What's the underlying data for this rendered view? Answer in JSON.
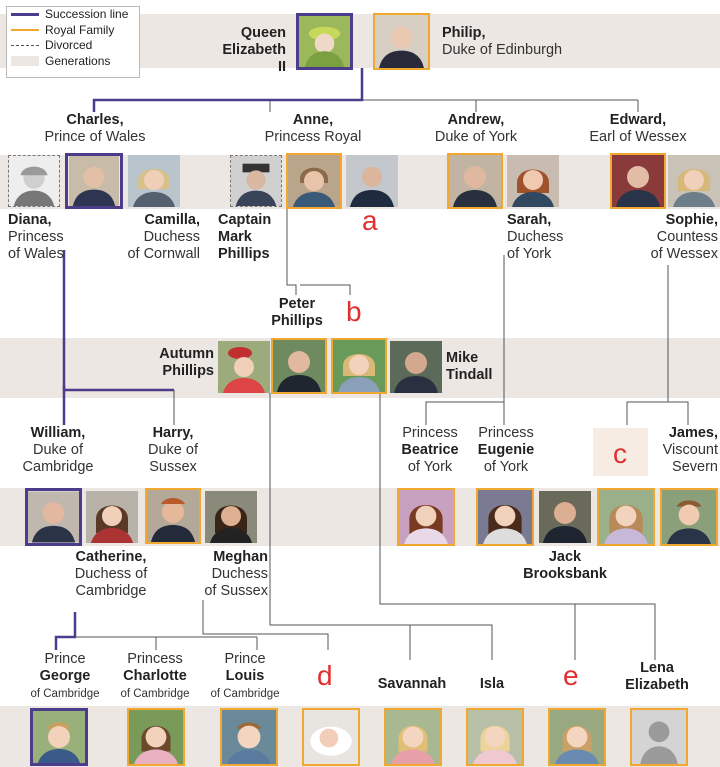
{
  "legend": {
    "succession": "Succession line",
    "royal": "Royal Family",
    "divorced": "Divorced",
    "generations": "Generations"
  },
  "colors": {
    "succession": "#4b3d8c",
    "royal": "#f0a830",
    "band": "#ece7e2",
    "marker": "#e03030"
  },
  "people": {
    "queen": {
      "l1": "Queen",
      "l2": "Elizabeth II"
    },
    "philip": {
      "l1": "Philip,",
      "l2": "Duke of Edinburgh"
    },
    "charles": {
      "l1": "Charles,",
      "l2": "Prince of Wales"
    },
    "anne": {
      "l1": "Anne,",
      "l2": "Princess Royal"
    },
    "andrew": {
      "l1": "Andrew,",
      "l2": "Duke of York"
    },
    "edward": {
      "l1": "Edward,",
      "l2": "Earl of Wessex"
    },
    "diana": {
      "l1": "Diana,",
      "l2": "Princess",
      "l3": "of Wales"
    },
    "camilla": {
      "l1": "Camilla,",
      "l2": "Duchess",
      "l3": "of Cornwall"
    },
    "mark": {
      "l1": "Captain",
      "l2": "Mark",
      "l3": "Phillips"
    },
    "sarah": {
      "l1": "Sarah,",
      "l2": "Duchess",
      "l3": "of York"
    },
    "sophie": {
      "l1": "Sophie,",
      "l2": "Countess",
      "l3": "of Wessex"
    },
    "peter": {
      "l1": "Peter",
      "l2": "Phillips"
    },
    "autumn": {
      "l1": "Autumn",
      "l2": "Phillips"
    },
    "mike": {
      "l1": "Mike",
      "l2": "Tindall"
    },
    "william": {
      "l1": "William,",
      "l2": "Duke of",
      "l3": "Cambridge"
    },
    "harry": {
      "l1": "Harry,",
      "l2": "Duke of",
      "l3": "Sussex"
    },
    "beatrice": {
      "l1": "Princess",
      "l2": "Beatrice",
      "l3": "of York"
    },
    "eugenie": {
      "l1": "Princess",
      "l2": "Eugenie",
      "l3": "of York"
    },
    "james": {
      "l1": "James,",
      "l2": "Viscount",
      "l3": "Severn"
    },
    "catherine": {
      "l1": "Catherine,",
      "l2": "Duchess of",
      "l3": "Cambridge"
    },
    "meghan": {
      "l1": "Meghan",
      "l2": "Duchess",
      "l3": "of Sussex"
    },
    "jack": {
      "l1": "Jack",
      "l2": "Brooksbank"
    },
    "george": {
      "l1": "Prince",
      "l2": "George",
      "l3": "of Cambridge"
    },
    "charlotte": {
      "l1": "Princess",
      "l2": "Charlotte",
      "l3": "of Cambridge"
    },
    "louis": {
      "l1": "Prince",
      "l2": "Louis",
      "l3": "of Cambridge"
    },
    "savannah": {
      "l1": "Savannah"
    },
    "isla": {
      "l1": "Isla"
    },
    "lena": {
      "l1": "Lena",
      "l2": "Elizabeth"
    }
  },
  "markers": {
    "a": "a",
    "b": "b",
    "c": "c",
    "d": "d",
    "e": "e"
  }
}
